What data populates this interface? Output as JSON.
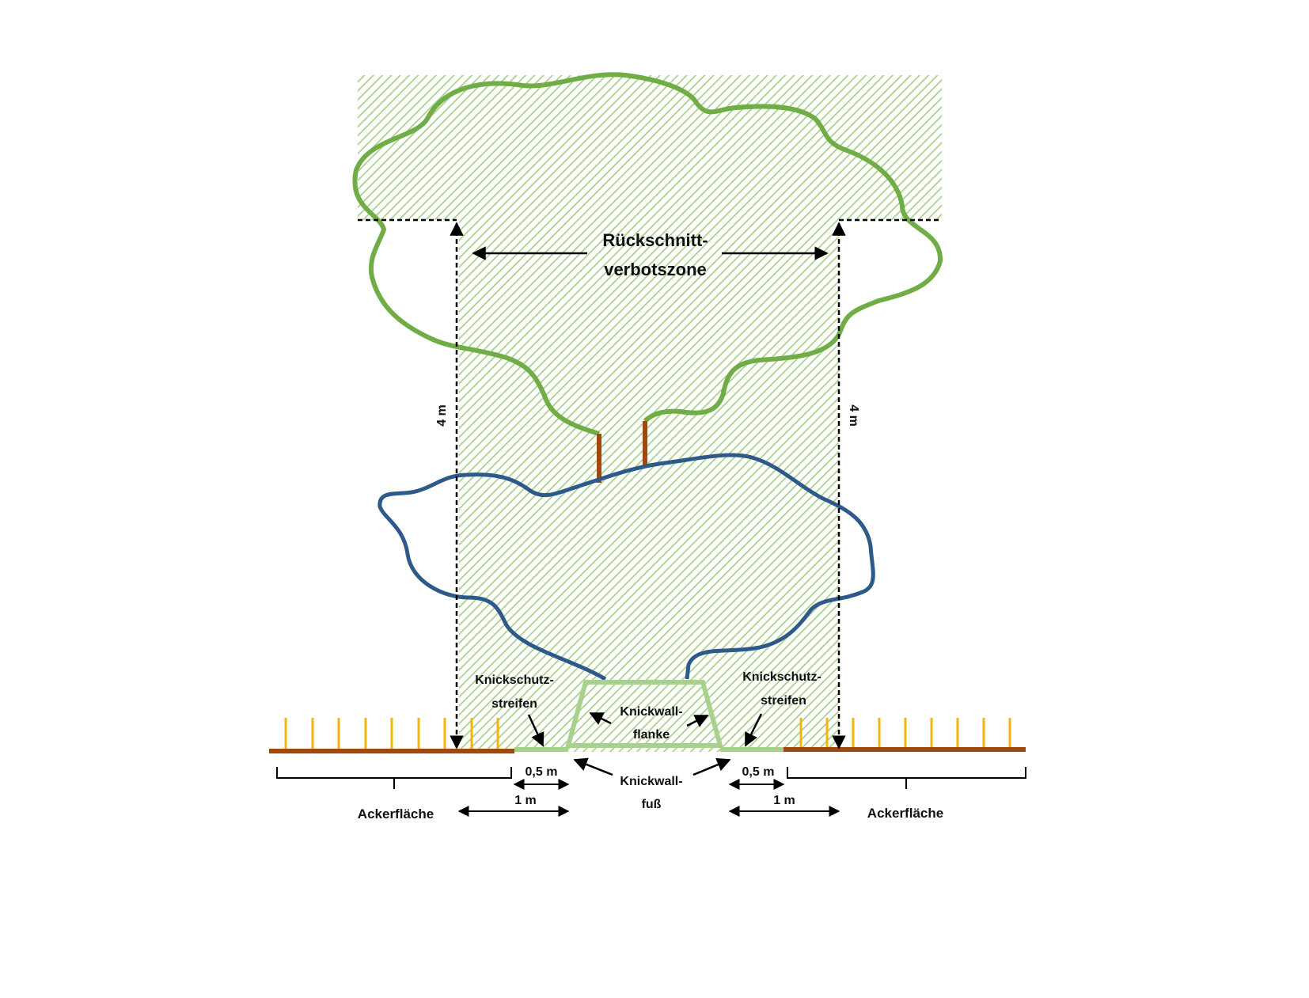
{
  "labels": {
    "zone_line1": "Rückschnitt-",
    "zone_line2": "verbotszone",
    "height_left": "4 m",
    "height_right": "4 m",
    "strip_left_line1": "Knickschutz-",
    "strip_left_line2": "streifen",
    "strip_right_line1": "Knickschutz-",
    "strip_right_line2": "streifen",
    "flank_line1": "Knickwall-",
    "flank_line2": "flanke",
    "foot_line1": "Knickwall-",
    "foot_line2": "fuß",
    "half_meter_left": "0,5 m",
    "half_meter_right": "0,5 m",
    "one_meter_left": "1 m",
    "one_meter_right": "1 m",
    "field_left": "Ackerfläche",
    "field_right": "Ackerfläche"
  },
  "colors": {
    "hatch": "#a9d18e",
    "canopy_outline": "#70ad47",
    "lower_canopy_outline": "#2e5a8a",
    "wall": "#a9d18e",
    "trunk": "#a0480e",
    "ground": "#a0480e",
    "crop": "#f2b705",
    "arrow": "#000000"
  }
}
